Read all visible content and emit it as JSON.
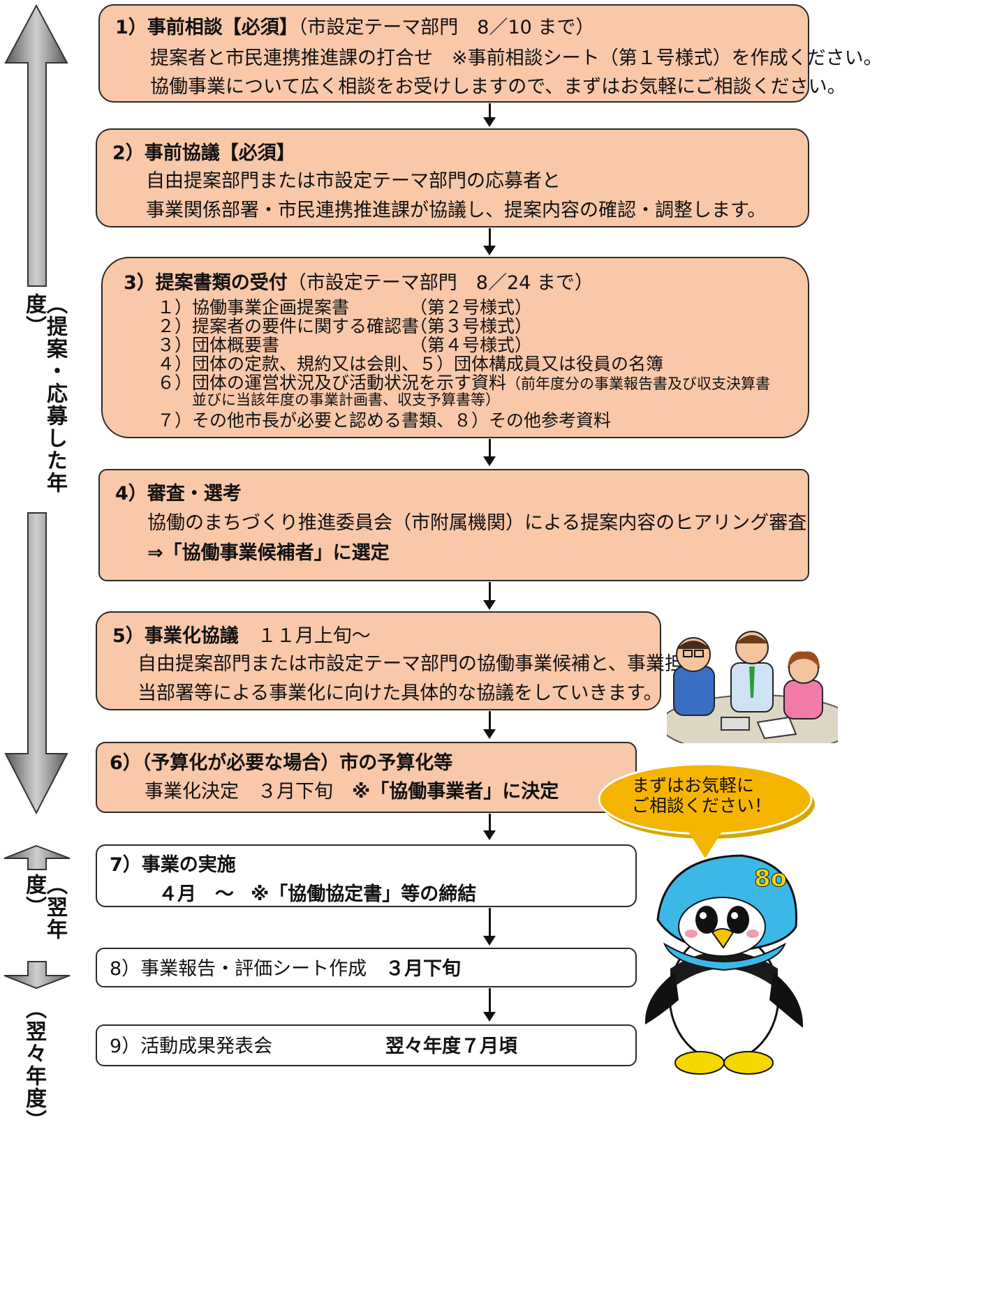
{
  "steps": [
    {
      "title": "1）事前相談【必須】",
      "note": "（市設定テーマ部門　8／10 まで）",
      "lines": [
        "提案者と市民連携推進課の打合せ　※事前相談シート（第１号様式）を作成ください。",
        "協働事業について広く相談をお受けしますので、まずはお気軽にご相談ください。"
      ]
    },
    {
      "title": "2）事前協議【必須】",
      "lines": [
        "自由提案部門または市設定テーマ部門の応募者と",
        "事業関係部署・市民連携推進課が協議し、提案内容の確認・調整します。"
      ]
    },
    {
      "title": "3）提案書類の受付",
      "note": "（市設定テーマ部門　8／24 まで）",
      "docs": [
        {
          "name": "１）協働事業企画提案書",
          "form": "（第２号様式）"
        },
        {
          "name": "２）提案者の要件に関する確認書",
          "form": "（第３号様式）"
        },
        {
          "name": "３）団体概要書",
          "form": "（第４号様式）"
        },
        {
          "name": "４）団体の定款、規約又は会則、５）団体構成員又は役員の名簿",
          "form": ""
        },
        {
          "name": "６）団体の運営状況及び活動状況を示す資料",
          "form": "（前年度分の事業報告書及び収支決算書"
        },
        {
          "name": "並びに当該年度の事業計画書、収支予算書等）",
          "form": ""
        },
        {
          "name": "７）その他市長が必要と認める書類、８）その他参考資料",
          "form": ""
        }
      ]
    },
    {
      "title": "4）審査・選考",
      "lines": [
        "協働のまちづくり推進委員会（市附属機関）による提案内容のヒアリング審査",
        "⇒「協働事業候補者」に選定"
      ]
    },
    {
      "title": "5）事業化協議",
      "note": "　１１月上旬～",
      "lines": [
        "自由提案部門または市設定テーマ部門の協働事業候補と、事業担",
        "当部署等による事業化に向けた具体的な協議をしていきます。"
      ]
    },
    {
      "title": "6）（予算化が必要な場合）市の予算化等",
      "lines": [
        "事業化決定　３月下旬　",
        "※「協働事業者」に決定"
      ]
    },
    {
      "title": "7）事業の実施",
      "lines": [
        "４月　～",
        "※「協働協定書」等の締結"
      ]
    },
    {
      "title": "8）事業報告・評価シート作成",
      "value": "３月下旬"
    },
    {
      "title": "9）活動成果発表会",
      "value": "翌々年度７月頃"
    }
  ],
  "side_labels": {
    "proposal_year": "（提案・応募した年度）",
    "next_year": "（翌年度）",
    "year_after_next": "（翌々年度）"
  },
  "speech_bubble": [
    "まずはお気軽に",
    "ご相談ください！"
  ],
  "mascot_hat_text": "8o",
  "colors": {
    "peach": "#f8c8a9",
    "bubble": "#f5b400",
    "mascot_hat": "#3cb8e6",
    "arrow_gray": "#7a7a7a"
  }
}
